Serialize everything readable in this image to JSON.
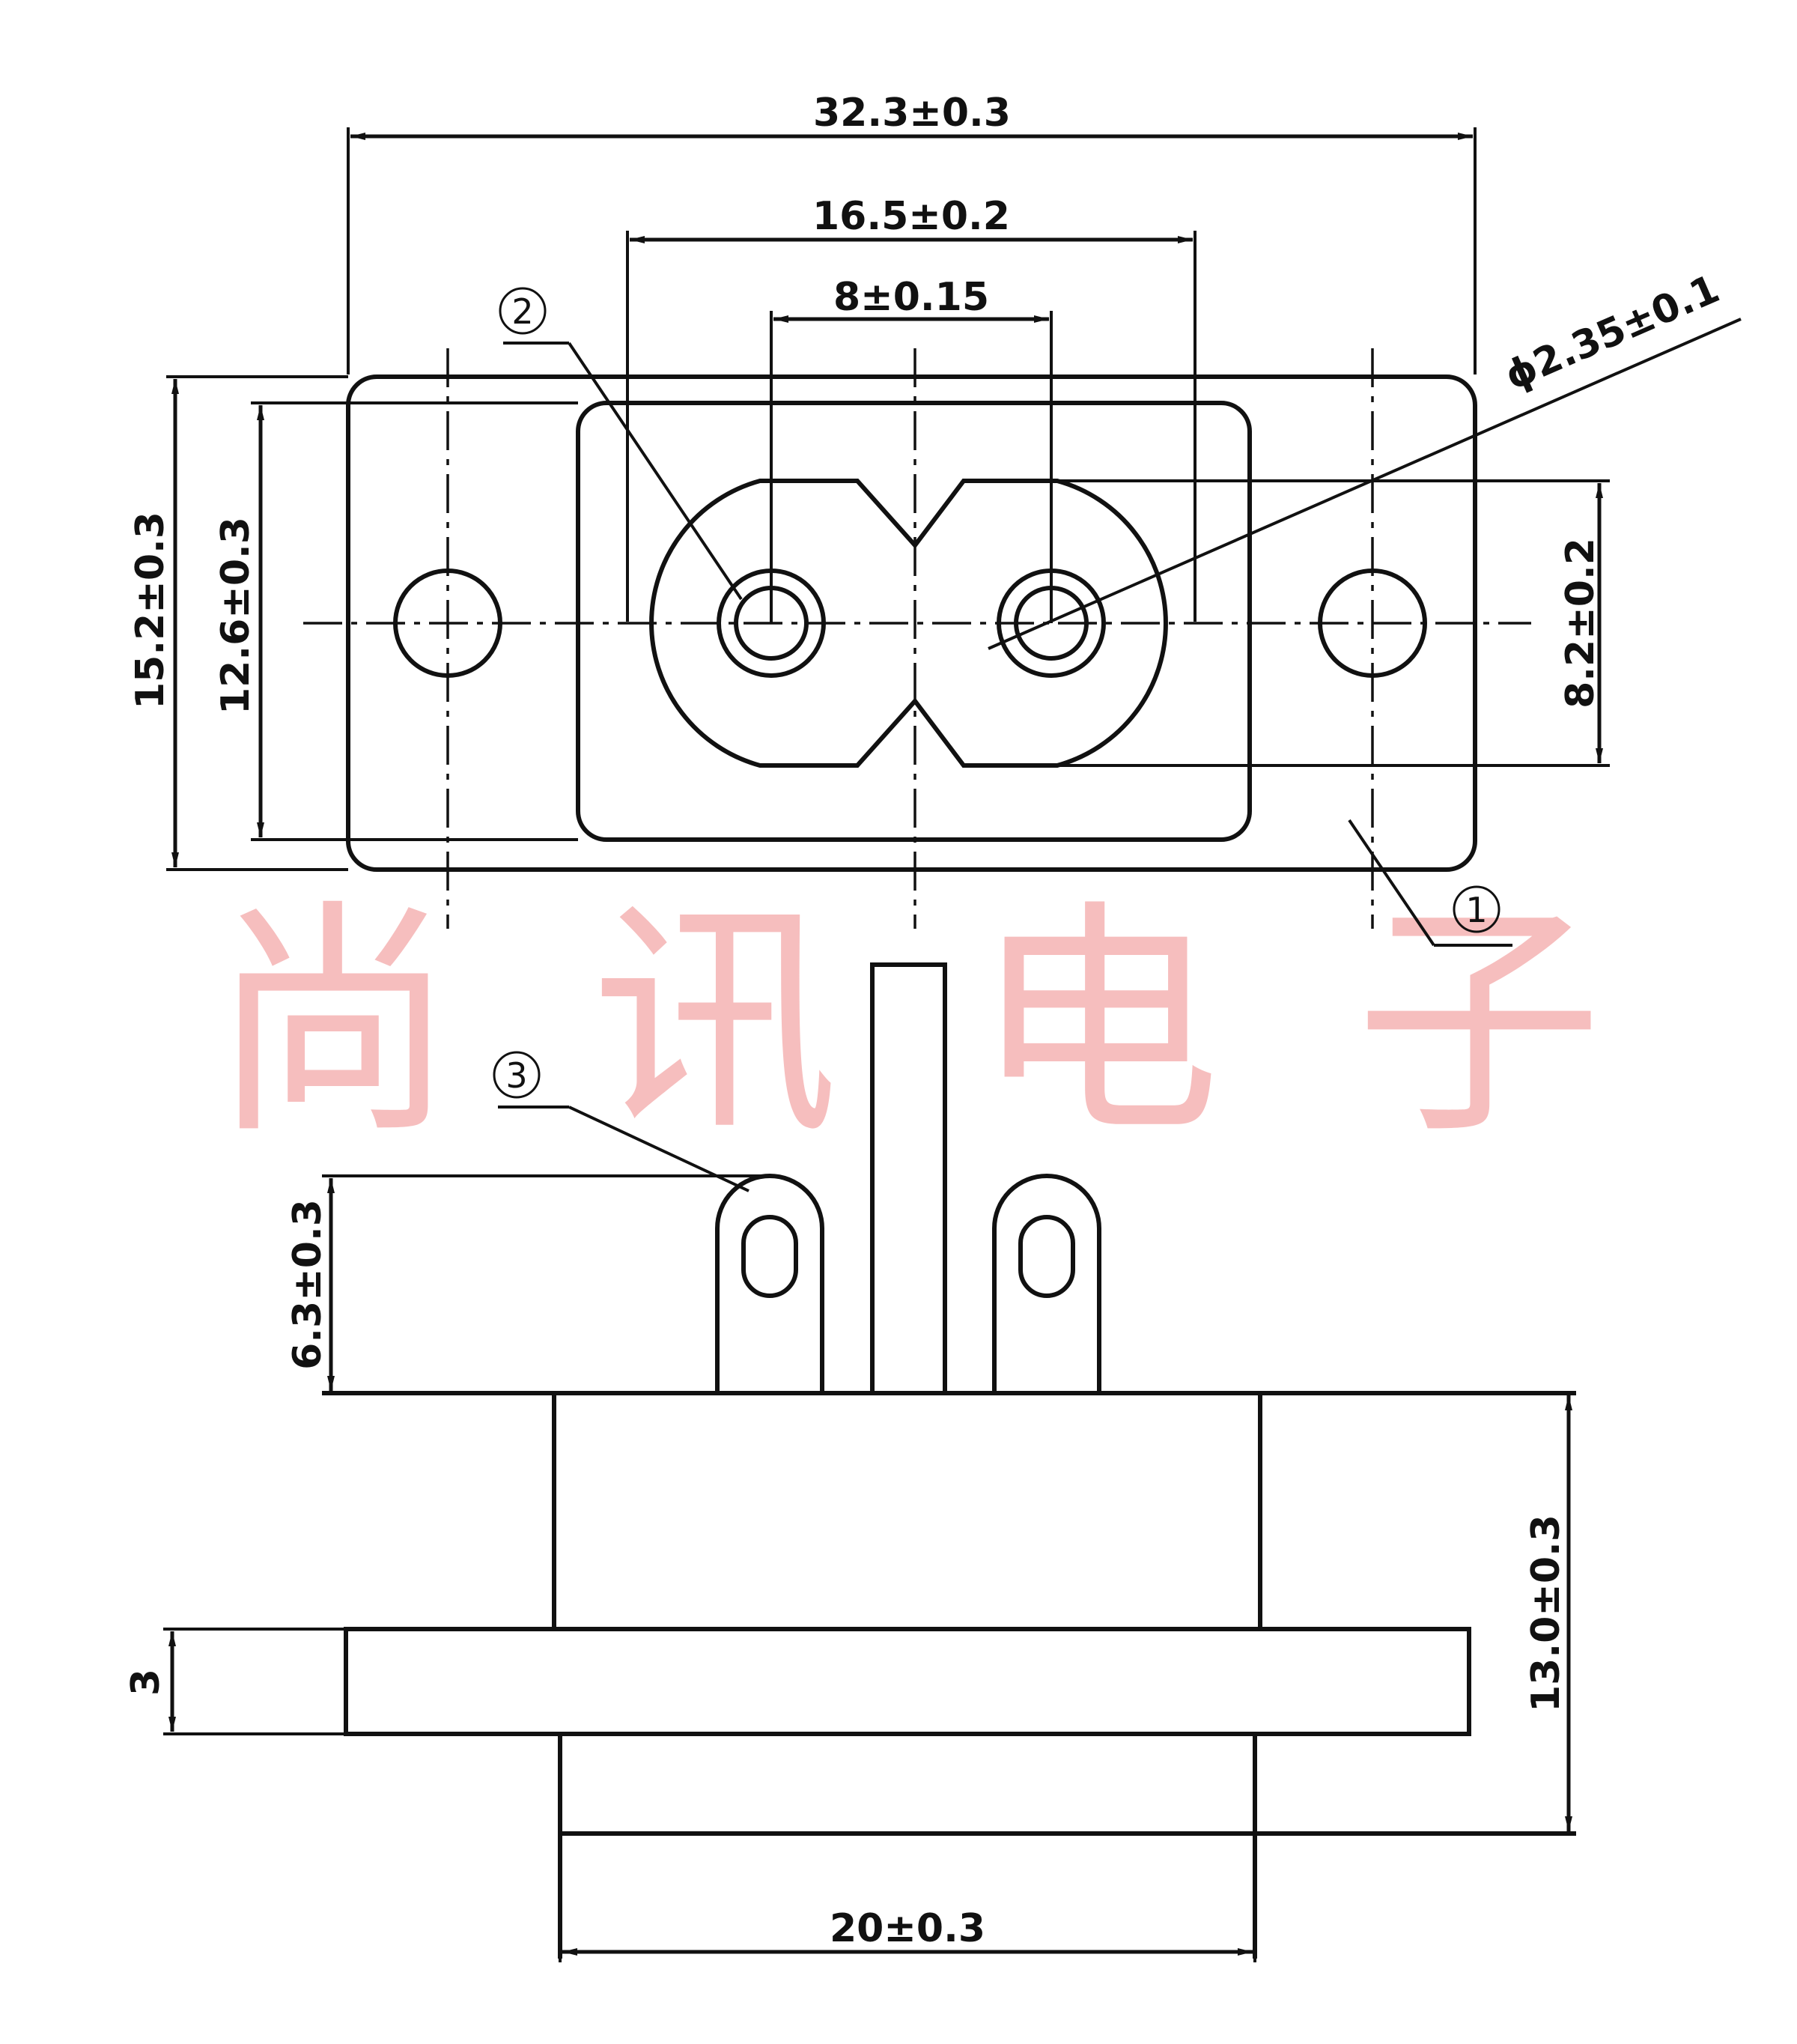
{
  "dimensions": {
    "overall_width": "32.3±0.3",
    "inner_width": "16.5±0.2",
    "pin_pitch": "8±0.15",
    "pin_diameter": "ϕ2.35±0.1",
    "overall_height": "15.2±0.3",
    "inner_height": "12.6±0.3",
    "pin_zone_height": "8.2±0.2",
    "terminal_height": "6.3±0.3",
    "flange_thickness": "3",
    "body_depth": "13.0±0.3",
    "body_width": "20±0.3"
  },
  "callouts": {
    "part1": "1",
    "part2": "2",
    "part3": "3"
  },
  "watermark": "尚讯电子",
  "colors": {
    "line": "#111111",
    "watermark": "#f3a8a8"
  }
}
